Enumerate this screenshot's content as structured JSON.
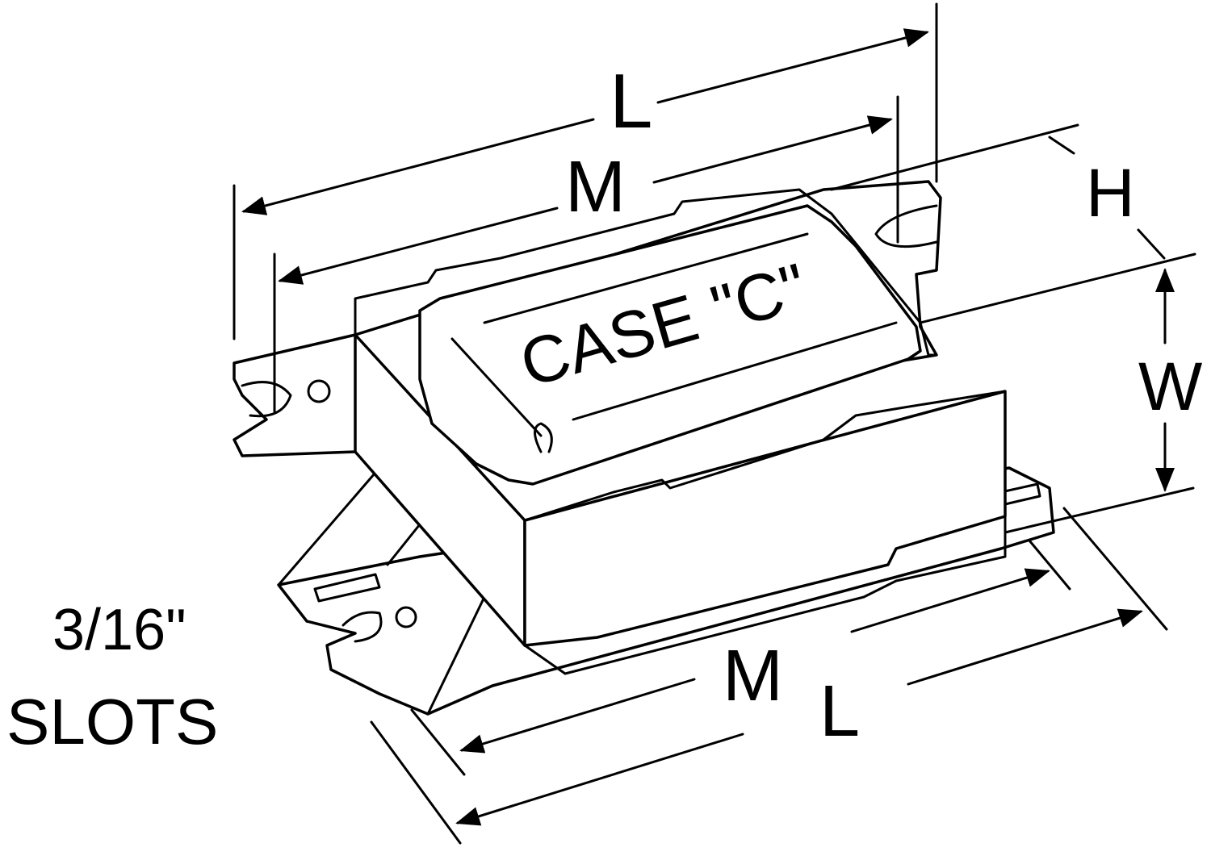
{
  "diagram": {
    "case_label": "CASE \"C\"",
    "dimensions": {
      "top_length": "L",
      "top_mounting": "M",
      "height": "H",
      "width": "W",
      "bottom_mounting": "M",
      "bottom_length": "L"
    },
    "slot_size": "3/16\"",
    "slot_label": "SLOTS",
    "colors": {
      "line": "#000000",
      "background": "#ffffff"
    }
  }
}
